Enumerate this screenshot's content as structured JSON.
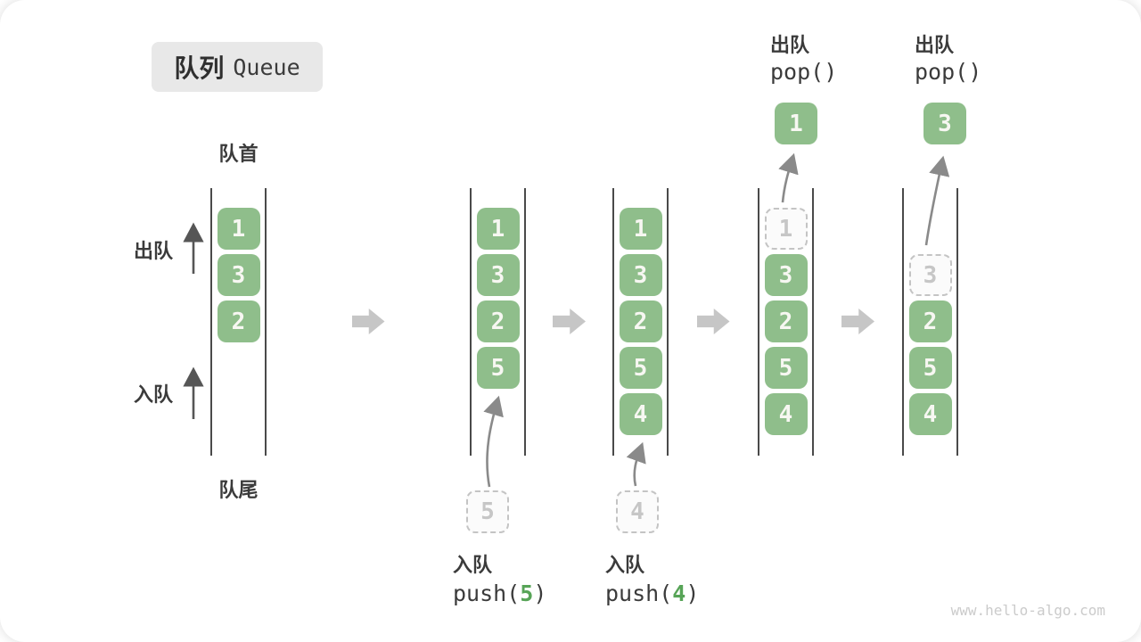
{
  "title": {
    "zh": "队列",
    "en": "Queue"
  },
  "labels": {
    "front": "队首",
    "rear": "队尾",
    "dequeue_side": "出队",
    "enqueue_side": "入队"
  },
  "watermark": "www.hello-algo.com",
  "colors": {
    "box_green": "#8FBE8B",
    "accent_green": "#57A457",
    "block_arrow_gray": "#C6C6C6",
    "dashed_gray": "#C4C4C4",
    "text_dark": "#3B3B3B",
    "wall_dark": "#4A4A4A"
  },
  "queue_states": [
    {
      "start_slot": 0,
      "slots": [
        {
          "value": "1",
          "style": "solid"
        },
        {
          "value": "3",
          "style": "solid"
        },
        {
          "value": "2",
          "style": "solid"
        }
      ]
    },
    {
      "start_slot": 0,
      "slots": [
        {
          "value": "1",
          "style": "solid"
        },
        {
          "value": "3",
          "style": "solid"
        },
        {
          "value": "2",
          "style": "solid"
        },
        {
          "value": "5",
          "style": "solid"
        }
      ]
    },
    {
      "start_slot": 0,
      "slots": [
        {
          "value": "1",
          "style": "solid"
        },
        {
          "value": "3",
          "style": "solid"
        },
        {
          "value": "2",
          "style": "solid"
        },
        {
          "value": "5",
          "style": "solid"
        },
        {
          "value": "4",
          "style": "solid"
        }
      ]
    },
    {
      "start_slot": 0,
      "slots": [
        {
          "value": "1",
          "style": "dashed"
        },
        {
          "value": "3",
          "style": "solid"
        },
        {
          "value": "2",
          "style": "solid"
        },
        {
          "value": "5",
          "style": "solid"
        },
        {
          "value": "4",
          "style": "solid"
        }
      ]
    },
    {
      "start_slot": 1,
      "slots": [
        {
          "value": "3",
          "style": "dashed"
        },
        {
          "value": "2",
          "style": "solid"
        },
        {
          "value": "5",
          "style": "solid"
        },
        {
          "value": "4",
          "style": "solid"
        }
      ]
    }
  ],
  "push_ops": [
    {
      "staged_value": "5",
      "label_zh": "入队",
      "code_before": "push(",
      "code_arg": "5",
      "code_after": ")"
    },
    {
      "staged_value": "4",
      "label_zh": "入队",
      "code_before": "push(",
      "code_arg": "4",
      "code_after": ")"
    }
  ],
  "pop_ops": [
    {
      "popped_value": "1",
      "label_zh": "出队",
      "code": "pop()"
    },
    {
      "popped_value": "3",
      "label_zh": "出队",
      "code": "pop()"
    }
  ]
}
